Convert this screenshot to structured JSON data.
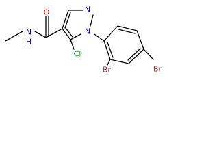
{
  "molecule": {
    "colors": {
      "bond": "#000000",
      "carbon": "#000000",
      "nitrogen": "#0000ff",
      "oxygen": "#ff0000",
      "chlorine": "#00aa00",
      "bromine": "#a52a2a"
    },
    "labels": {
      "amide_oxygen": "O",
      "amide_nitrogen": "N",
      "amide_hydrogen": "H",
      "pyrazole_n2": "N",
      "pyrazole_n1": "N",
      "chlorine": "Cl",
      "bromine_ortho": "Br",
      "bromine_para": "Br"
    }
  }
}
